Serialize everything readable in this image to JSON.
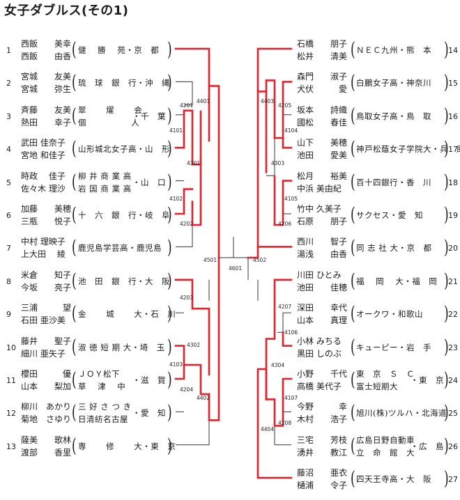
{
  "title": "女子ダブルス(その1)",
  "left": [
    {
      "num": "1",
      "p1": "西飯　　美幸",
      "p2": "西飯　　由香",
      "aff": [
        "健　 勝　 苑・京　都"
      ]
    },
    {
      "num": "2",
      "p1": "宮城　　友美",
      "p2": "宮城　　弥生",
      "aff": [
        "琉　球　銀　行・沖　縄"
      ]
    },
    {
      "num": "3",
      "p1": "斉藤　　友美",
      "p2": "熱田　　幸子",
      "aff": [
        "翠　　 燿　　 会",
        "個　　　　　 人"
      ],
      "suffix": "・千　葉"
    },
    {
      "num": "4",
      "p1": "武田 佳奈子",
      "p2": "宮地 和佳子",
      "aff": [
        "山形城北女子高・山　形"
      ]
    },
    {
      "num": "5",
      "p1": "時政　 佳子",
      "p2": "佐々木 理沙",
      "aff": [
        "柳 井 商 業 高",
        "岩 国 商 業 高"
      ],
      "suffix": "・山　口"
    },
    {
      "num": "6",
      "p1": "加藤　　美穂",
      "p2": "三瓶　　悦子",
      "aff": [
        "十　六　銀　行・岐　阜"
      ]
    },
    {
      "num": "7",
      "p1": "中村 理映子",
      "p2": "上大田　 綾",
      "aff": [
        "鹿児島学芸高・鹿児島"
      ]
    },
    {
      "num": "8",
      "p1": "米倉　　知子",
      "p2": "今坂　　亮子",
      "aff": [
        "池　田　銀　行・大　阪"
      ]
    },
    {
      "num": "9",
      "p1": "三浦　　　望",
      "p2": "石田 亜沙美",
      "aff": [
        "金　　 城　　 大・石　川"
      ]
    },
    {
      "num": "10",
      "p1": "藤井　　聖子",
      "p2": "細川 亜矢子",
      "aff": [
        "淑 徳 短 期 大・埼　玉"
      ]
    },
    {
      "num": "11",
      "p1": "櫻田　　　優",
      "p2": "山本　　梨加",
      "aff": [
        "ＪＯＹ松下",
        "草　 津　 中"
      ],
      "suffix": "・滋　賀"
    },
    {
      "num": "12",
      "p1": "柳川　あかり",
      "p2": "菊地　さゆり",
      "aff": [
        "三 好 さ つ き",
        "日清紡名古屋"
      ],
      "suffix": "・愛　知"
    },
    {
      "num": "13",
      "p1": "薩美　　歌林",
      "p2": "渡部　　香里",
      "aff": [
        "専　　 修　　 大・東　京"
      ]
    }
  ],
  "right": [
    {
      "num": "14",
      "p1": "石橋　　朋子",
      "p2": "松井　　清美",
      "aff": [
        "ＮＥＣ九州・熊　本"
      ]
    },
    {
      "num": "15",
      "p1": "森門　　淑子",
      "p2": "犬伏　　　愛",
      "aff": [
        "白鵬女子高・神奈川"
      ]
    },
    {
      "num": "16",
      "p1": "坂本　　詩織",
      "p2": "國松　　春佳",
      "aff": [
        "鳥取女子高・鳥　取"
      ]
    },
    {
      "num": "17",
      "p1": "山下　　美穂",
      "p2": "池田　　愛美",
      "aff": [
        "神戸松蔭女子学院大・兵　庫"
      ]
    },
    {
      "num": "18",
      "p1": "松月　　裕美",
      "p2": "中浜 美由紀",
      "aff": [
        "百十四銀行・香　川"
      ]
    },
    {
      "num": "19",
      "p1": "竹中 久美子",
      "p2": "石原　　朋子",
      "aff": [
        "サクセス・愛　知"
      ]
    },
    {
      "num": "20",
      "p1": "西川　　智子",
      "p2": "湯浅　　由香",
      "aff": [
        "同 志 社 大・京　都"
      ]
    },
    {
      "num": "21",
      "p1": "川田 ひとみ",
      "p2": "池田　　佳穂",
      "aff": [
        "福　 岡　 大・福　岡"
      ]
    },
    {
      "num": "22",
      "p1": "深田　　幸代",
      "p2": "山本　　真理",
      "aff": [
        "オークワ・和歌山"
      ]
    },
    {
      "num": "23",
      "p1": "小林 みちる",
      "p2": "黒田 しのぶ",
      "aff": [
        "キューピー・岩　手"
      ]
    },
    {
      "num": "24",
      "p1": "小野　　千代",
      "p2": "高橋 美代子",
      "aff": [
        "東　京　Ｓ　Ｃ",
        "富士短期大"
      ],
      "suffix": "・東　京"
    },
    {
      "num": "25",
      "p1": "今野　　　幸",
      "p2": "木村　　浩子",
      "aff": [
        "旭川(株)ツルハ・北海道"
      ]
    },
    {
      "num": "26",
      "p1": "三宅　　芳枝",
      "p2": "湧井　　教江",
      "aff": [
        "広島日野自動車",
        "立　命　館　大"
      ],
      "suffix": "・広　島"
    },
    {
      "num": "27",
      "p1": "藤沼　　亜衣",
      "p2": "樋浦　　令子",
      "aff": [
        "四天王寺高・大　阪"
      ]
    }
  ],
  "match_labels": {
    "m4201": "4201",
    "m4101": "4101",
    "m4401": "4401",
    "m4301": "4301",
    "m4102": "4102",
    "m4202": "4202",
    "m4501": "4501",
    "m4203": "4203",
    "m4302": "4302",
    "m4103": "4103",
    "m4204": "4204",
    "m4402": "4402",
    "m4601": "4601",
    "m4502": "4502",
    "m4403": "4403",
    "m4205": "4205",
    "m4104": "4104",
    "m4303": "4303",
    "m4105": "4105",
    "m4206": "4206",
    "m4207": "4207",
    "m4106": "4106",
    "m4304": "4304",
    "m4107": "4107",
    "m4208": "4208",
    "m4404": "4404"
  },
  "colors": {
    "winner": "#e8202a",
    "line": "#333333"
  }
}
